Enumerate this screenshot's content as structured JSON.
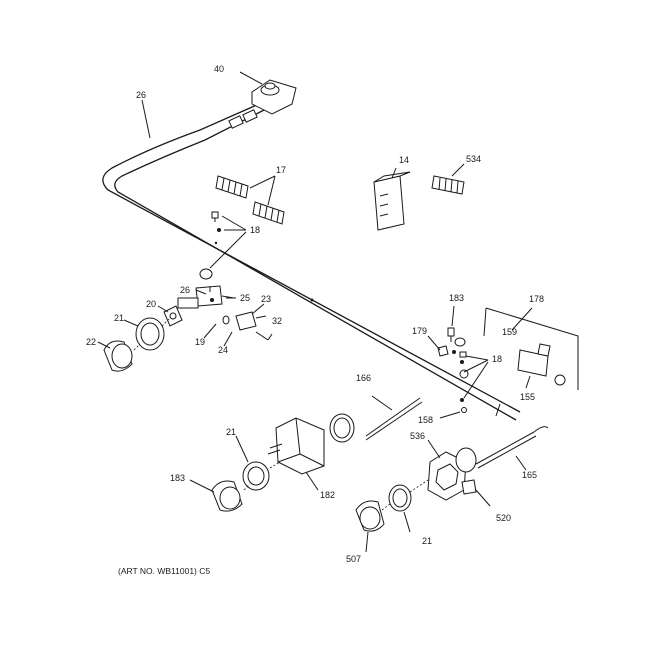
{
  "diagram": {
    "caption": "(ART NO. WB11001) C5",
    "callouts": [
      {
        "id": "label-40",
        "text": "40"
      },
      {
        "id": "label-26-tube",
        "text": "26"
      },
      {
        "id": "label-17",
        "text": "17"
      },
      {
        "id": "label-14",
        "text": "14"
      },
      {
        "id": "label-534",
        "text": "534"
      },
      {
        "id": "label-18-top",
        "text": "18"
      },
      {
        "id": "label-26-valve",
        "text": "26"
      },
      {
        "id": "label-25",
        "text": "25"
      },
      {
        "id": "label-23",
        "text": "23"
      },
      {
        "id": "label-20",
        "text": "20"
      },
      {
        "id": "label-21-left",
        "text": "21"
      },
      {
        "id": "label-22",
        "text": "22"
      },
      {
        "id": "label-19",
        "text": "19"
      },
      {
        "id": "label-24",
        "text": "24"
      },
      {
        "id": "label-32",
        "text": "32"
      },
      {
        "id": "label-183-top",
        "text": "183"
      },
      {
        "id": "label-178",
        "text": "178"
      },
      {
        "id": "label-179",
        "text": "179"
      },
      {
        "id": "label-159",
        "text": "159"
      },
      {
        "id": "label-18-right",
        "text": "18"
      },
      {
        "id": "label-155",
        "text": "155"
      },
      {
        "id": "label-158",
        "text": "158"
      },
      {
        "id": "label-166",
        "text": "166"
      },
      {
        "id": "label-21-mid",
        "text": "21"
      },
      {
        "id": "label-183-bottom",
        "text": "183"
      },
      {
        "id": "label-182",
        "text": "182"
      },
      {
        "id": "label-536",
        "text": "536"
      },
      {
        "id": "label-165",
        "text": "165"
      },
      {
        "id": "label-520",
        "text": "520"
      },
      {
        "id": "label-21-bottom",
        "text": "21"
      },
      {
        "id": "label-507",
        "text": "507"
      }
    ]
  }
}
